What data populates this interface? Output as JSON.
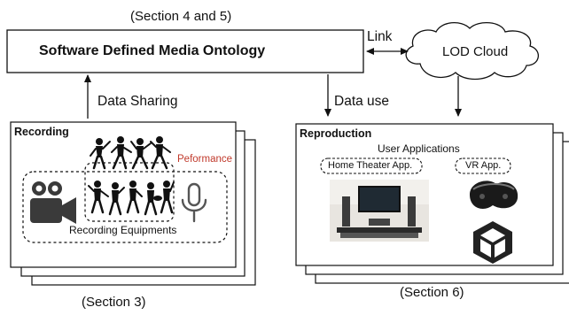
{
  "top_section_label": "(Section 4 and 5)",
  "ontology_box": {
    "title": "Software Defined Media Ontology"
  },
  "lod_cloud": {
    "label": "LOD Cloud"
  },
  "edges": {
    "link": "Link",
    "data_sharing": "Data Sharing",
    "data_use": "Data use"
  },
  "recording": {
    "title": "Recording",
    "performance_label": "Peformance",
    "equipment_label": "Recording Equipments",
    "section_label": "(Section 3)",
    "icons": [
      "video-camera-icon",
      "microphone-icon",
      "musician-silhouettes"
    ]
  },
  "reproduction": {
    "title": "Reproduction",
    "apps_label": "User Applications",
    "home_theater_label": "Home Theater App.",
    "vr_label": "VR App.",
    "section_label": "(Section 6)",
    "icons": [
      "home-theater-image",
      "vr-headset-image",
      "unity-logo-icon"
    ]
  },
  "colors": {
    "performance_text": "#c0392b",
    "stroke": "#111111"
  }
}
